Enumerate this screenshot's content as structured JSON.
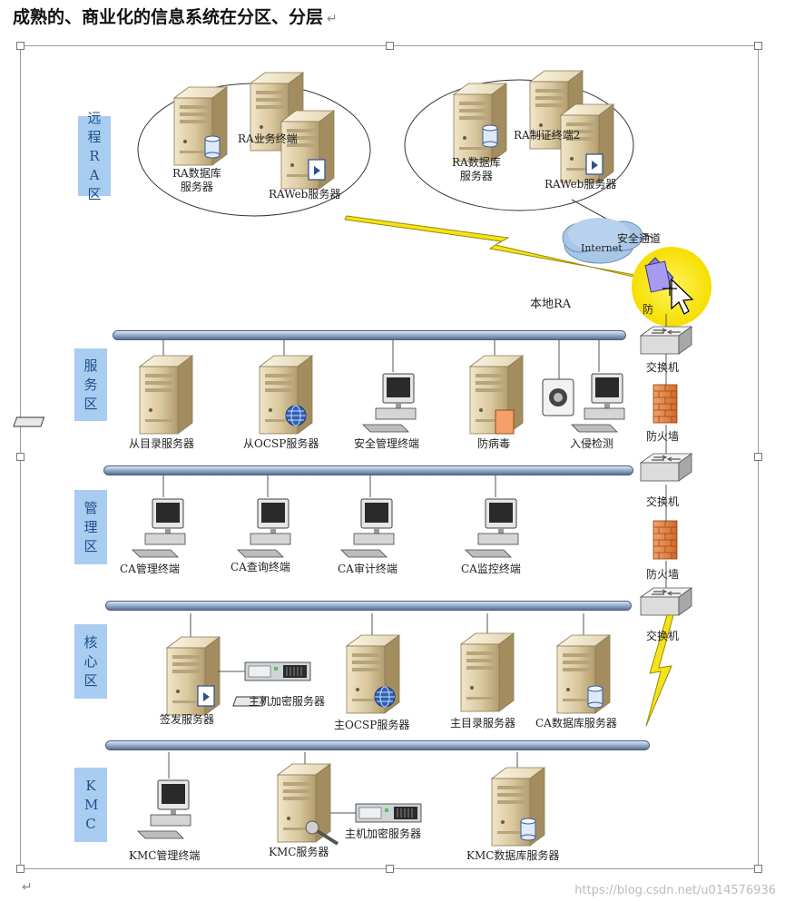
{
  "title": "成熟的、商业化的信息系统在分区、分层",
  "zones": {
    "remote_ra": "远程RA区",
    "service": "服务区",
    "management": "管理区",
    "core": "核心区",
    "kmc": "KMC"
  },
  "remote": {
    "group1": {
      "db": "RA数据库\n服务器",
      "terminal": "RA业务终端",
      "web": "RAWeb服务器"
    },
    "group2": {
      "db": "RA数据库\n服务器",
      "terminal": "RA制证终端2",
      "web": "RAWeb服务器"
    },
    "tunnel": "安全通道",
    "internet": "Internet",
    "local_ra": "本地RA",
    "firewall_partial": "防"
  },
  "service_zone": {
    "items": [
      "从目录服务器",
      "从OCSP服务器",
      "安全管理终端",
      "防病毒",
      "入侵检测"
    ]
  },
  "management_zone": {
    "items": [
      "CA管理终端",
      "CA查询终端",
      "CA审计终端",
      "CA监控终端"
    ]
  },
  "core_zone": {
    "items": [
      "签发服务器",
      "主机加密服务器",
      "主OCSP服务器",
      "主目录服务器",
      "CA数据库服务器"
    ]
  },
  "kmc_zone": {
    "items": [
      "KMC管理终端",
      "KMC服务器",
      "主机加密服务器",
      "KMC数据库服务器"
    ]
  },
  "network": {
    "switch": "交换机",
    "firewall": "防火墙"
  },
  "watermark": "https://blog.csdn.net/u014576936"
}
